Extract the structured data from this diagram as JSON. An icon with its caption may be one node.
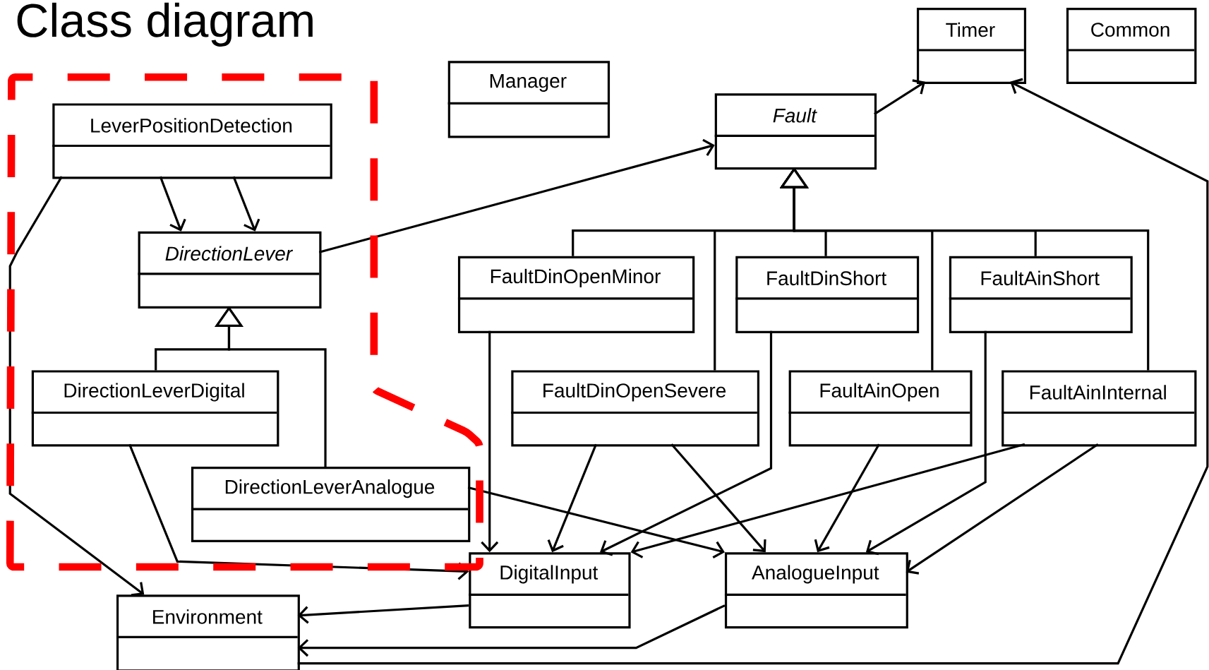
{
  "diagram": {
    "title": "Class diagram",
    "nodes": [
      {
        "text": [
          "Timer"
        ]
      },
      {
        "text": [
          "Common"
        ]
      },
      {
        "text": [
          "Manager"
        ]
      },
      {
        "text": [
          "Fault"
        ]
      },
      {
        "text": [
          "LeverPositionDetection"
        ]
      },
      {
        "text": [
          "DirectionLever"
        ]
      },
      {
        "text": [
          "FaultDinOpenMinor"
        ]
      },
      {
        "text": [
          "FaultDinShort"
        ]
      },
      {
        "text": [
          "FaultAinShort"
        ]
      },
      {
        "text": [
          "DirectionLeverDigital"
        ]
      },
      {
        "text": [
          "FaultDinOpenSevere"
        ]
      },
      {
        "text": [
          "FaultAinOpen"
        ]
      },
      {
        "text": [
          "FaultAinInternal"
        ]
      },
      {
        "text": [
          "DirectionLeverAnalogue"
        ]
      },
      {
        "text": [
          "DigitalInput"
        ]
      },
      {
        "text": [
          "AnalogueInput"
        ]
      },
      {
        "text": [
          "Environment"
        ]
      }
    ],
    "edges": [
      {
        "from": 3,
        "to": 0,
        "arrow": "to"
      },
      {
        "from": 5,
        "to": 3,
        "arrow": "to"
      },
      {
        "from": 4,
        "to": 5,
        "arrow": "to"
      },
      {
        "from": 4,
        "to": 5,
        "arrow": "to"
      },
      {
        "from": 6,
        "to": 3,
        "arrow": "to"
      },
      {
        "from": 10,
        "to": 3,
        "arrow": "to"
      },
      {
        "from": 7,
        "to": 3,
        "arrow": "to"
      },
      {
        "from": 11,
        "to": 3,
        "arrow": "to"
      },
      {
        "from": 8,
        "to": 3,
        "arrow": "to"
      },
      {
        "from": 12,
        "to": 3,
        "arrow": "to"
      },
      {
        "from": 9,
        "to": 5,
        "arrow": "to"
      },
      {
        "from": 13,
        "to": 5,
        "arrow": "to"
      },
      {
        "from": 4,
        "to": 16,
        "arrow": "to"
      },
      {
        "from": 9,
        "to": 14,
        "arrow": "to"
      },
      {
        "from": 13,
        "to": 15,
        "arrow": "to"
      },
      {
        "from": 6,
        "to": 14,
        "arrow": "to"
      },
      {
        "from": 10,
        "to": 14,
        "arrow": "to"
      },
      {
        "from": 10,
        "to": 15,
        "arrow": "to"
      },
      {
        "from": 7,
        "to": 14,
        "arrow": "to"
      },
      {
        "from": 11,
        "to": 15,
        "arrow": "to"
      },
      {
        "from": 12,
        "to": 14,
        "arrow": "to"
      },
      {
        "from": 8,
        "to": 15,
        "arrow": "to"
      },
      {
        "from": 12,
        "to": 15,
        "arrow": "to"
      },
      {
        "from": 14,
        "to": 16,
        "arrow": "to"
      },
      {
        "from": 15,
        "to": 16,
        "arrow": "to"
      },
      {
        "from": 16,
        "to": 0,
        "arrow": "to"
      }
    ]
  }
}
